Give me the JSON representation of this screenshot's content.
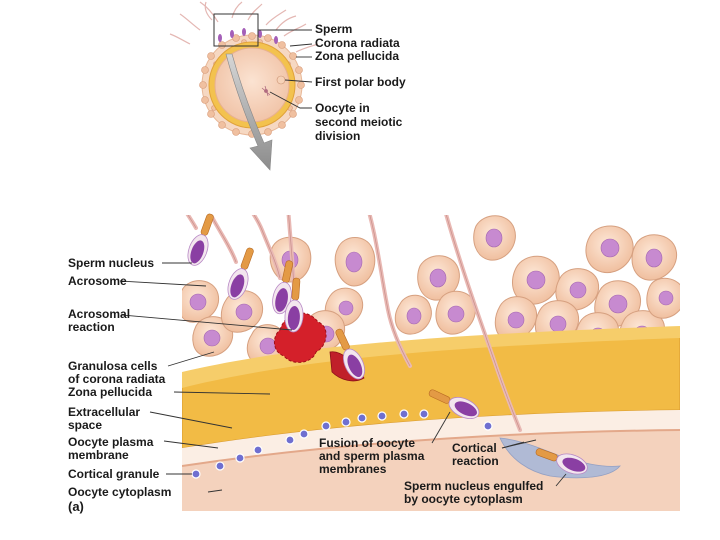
{
  "labels": {
    "sperm": "Sperm",
    "corona_radiata": "Corona radiata",
    "zona_pellucida_top": "Zona pellucida",
    "first_polar_body": "First polar body",
    "oocyte_line1": "Oocyte in",
    "oocyte_line2": "second meiotic",
    "oocyte_line3": "division",
    "sperm_nucleus": "Sperm nucleus",
    "acrosome": "Acrosome",
    "acrosomal_line1": "Acrosomal",
    "acrosomal_line2": "reaction",
    "granulosa_line1": "Granulosa cells",
    "granulosa_line2": "of corona radiata",
    "zona_pellucida": "Zona pellucida",
    "extracellular_line1": "Extracellular",
    "extracellular_line2": "space",
    "plasma_line1": "Oocyte plasma",
    "plasma_line2": "membrane",
    "cortical_granule": "Cortical granule",
    "oocyte_cytoplasm": "Oocyte cytoplasm",
    "panel_letter": "(a)",
    "fusion_line1": "Fusion of oocyte",
    "fusion_line2": "and sperm plasma",
    "fusion_line3": "membranes",
    "cortical_line1": "Cortical",
    "cortical_line2": "reaction",
    "engulfed_line1": "Sperm nucleus engulfed",
    "engulfed_line2": "by oocyte cytoplasm"
  },
  "colors": {
    "cytoplasm": "#f4d2bd",
    "zona": "#f1b945",
    "granulosa": "#f3cfb4",
    "granulosa_nucleus": "#c78ad0",
    "sperm_head": "#8a3fa3",
    "sperm_tail": "#e9b9b4",
    "midpiece": "#e39a45",
    "acrosomal_burst": "#d4202a",
    "cortical_granule": "#6f6fd0",
    "arrow": "#8c8c8c",
    "leader": "#333333"
  }
}
